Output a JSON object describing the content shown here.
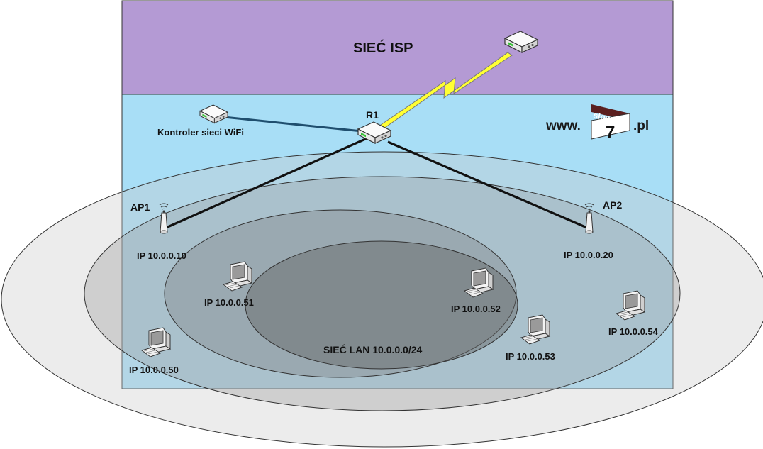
{
  "zones": {
    "isp_label": "SIEĆ ISP",
    "lan_label": "SIEĆ LAN 10.0.0.0/24"
  },
  "colors": {
    "isp_fill": "#b49ad4",
    "lan_fill": "#a8def6",
    "link_dark": "#111111",
    "link_wifi_controller": "#1f4e6e",
    "wan_bolt": "#ffff33"
  },
  "devices": {
    "router": {
      "label": "R1",
      "icon": "router-icon"
    },
    "isp_router": {
      "icon": "router-icon"
    },
    "wifi_controller": {
      "label": "Kontroler sieci WiFi",
      "icon": "router-icon"
    },
    "ap1": {
      "label": "AP1",
      "ip": "IP 10.0.0.10",
      "icon": "antenna-icon"
    },
    "ap2": {
      "label": "AP2",
      "ip": "IP 10.0.0.20",
      "icon": "antenna-icon"
    },
    "pcs": [
      {
        "ip": "IP 10.0.0.50",
        "icon": "computer-icon"
      },
      {
        "ip": "IP 10.0.0.51",
        "icon": "computer-icon"
      },
      {
        "ip": "IP 10.0.0.52",
        "icon": "computer-icon"
      },
      {
        "ip": "IP 10.0.0.53",
        "icon": "computer-icon"
      },
      {
        "ip": "IP 10.0.0.54",
        "icon": "computer-icon"
      }
    ]
  },
  "logo": {
    "prefix": "www.",
    "top": "slow",
    "number": "7",
    "suffix": ".pl"
  }
}
